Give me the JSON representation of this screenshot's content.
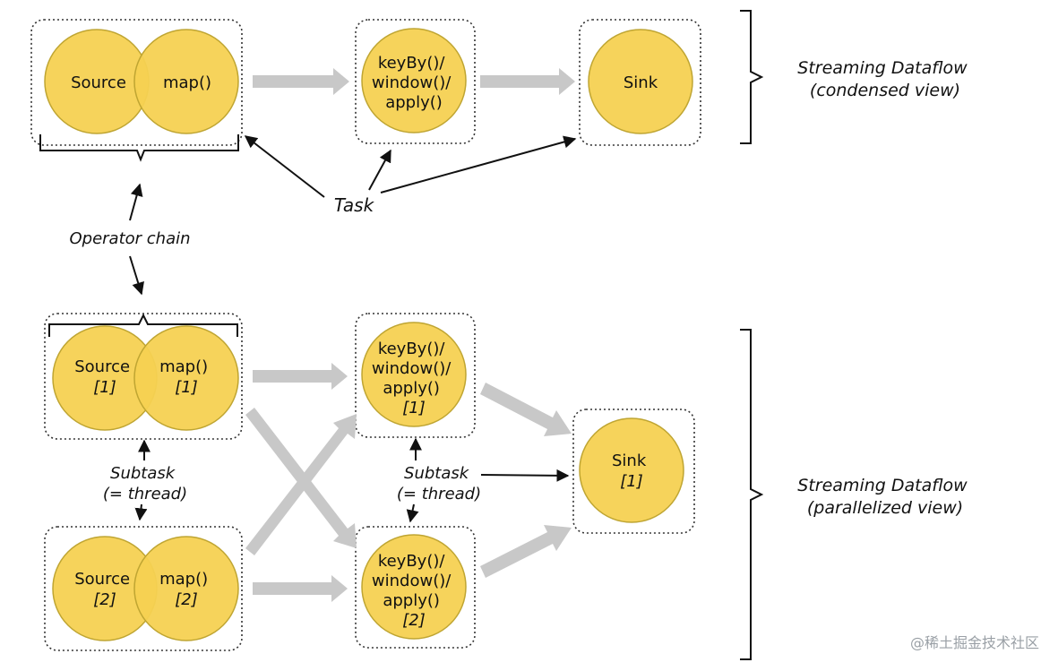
{
  "colors": {
    "node_fill": "#F5D152",
    "node_stroke": "#BFA532",
    "flow_arrow": "#C8C8C8",
    "pointer": "#111111",
    "box_border": "#333333",
    "watermark": "#9aa0a6"
  },
  "condensed": {
    "source": "Source",
    "map": "map()",
    "window_lines": [
      "keyBy()/",
      "window()/",
      "apply()"
    ],
    "sink": "Sink",
    "title_lines": [
      "Streaming Dataflow",
      "(condensed view)"
    ]
  },
  "annotations": {
    "task": "Task",
    "operator_chain": "Operator chain",
    "subtask_lines": [
      "Subtask",
      "(= thread)"
    ]
  },
  "parallel": {
    "source": "Source",
    "map": "map()",
    "window_lines": [
      "keyBy()/",
      "window()/",
      "apply()"
    ],
    "sink": "Sink",
    "index_1": "[1]",
    "index_2": "[2]",
    "title_lines": [
      "Streaming Dataflow",
      "(parallelized view)"
    ]
  },
  "watermark": "@稀土掘金技术社区"
}
